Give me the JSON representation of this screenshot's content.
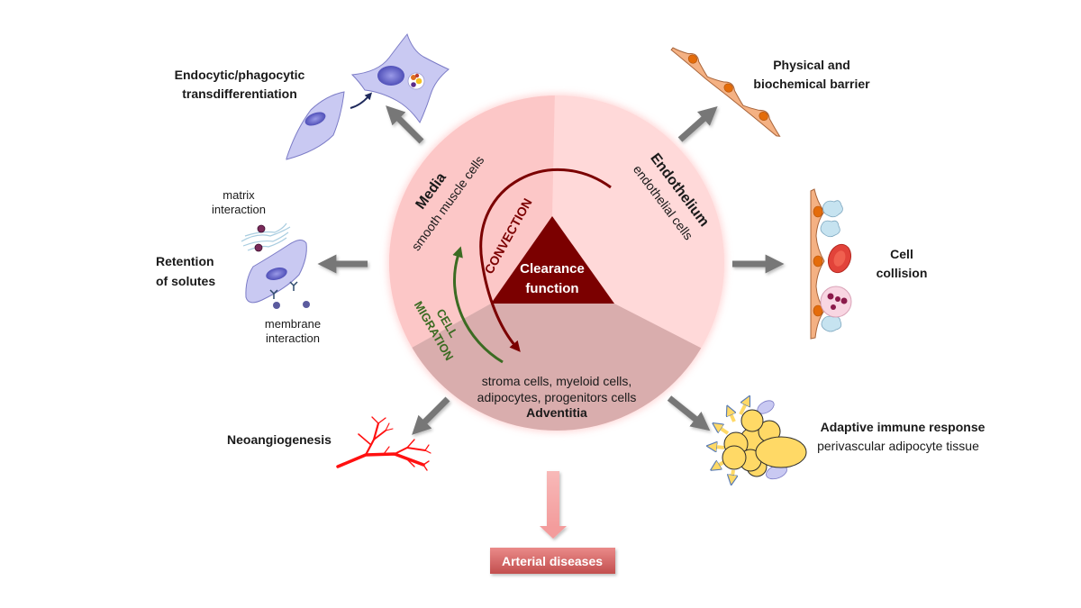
{
  "center": {
    "title_line1": "Clearance",
    "title_line2": "function"
  },
  "sectors": {
    "media": {
      "name": "Media",
      "cells": "smooth muscle cells"
    },
    "endothelium": {
      "name": "Endothelium",
      "cells": "endothelial cells"
    },
    "adventitia": {
      "name": "Adventitia",
      "cells_line1": "stroma cells, myeloid cells,",
      "cells_line2": "adipocytes, progenitors cells"
    }
  },
  "flows": {
    "convection": "CONVECTION",
    "cell_migration_line1": "CELL",
    "cell_migration_line2": "MIGRATION"
  },
  "outcomes": {
    "transdifferentiation": {
      "line1": "Endocytic/phagocytic",
      "line2": "transdifferentiation"
    },
    "barrier": {
      "line1": "Physical and",
      "line2": "biochemical barrier"
    },
    "collision": {
      "line1": "Cell",
      "line2": "collision"
    },
    "retention": {
      "line1": "Retention",
      "line2": "of solutes",
      "matrix_line1": "matrix",
      "matrix_line2": "interaction",
      "membrane_line1": "membrane",
      "membrane_line2": "interaction"
    },
    "neoangiogenesis": {
      "label": "Neoangiogenesis"
    },
    "immune": {
      "line1": "Adaptive immune response",
      "line2": "perivascular adipocyte tissue"
    },
    "disease": {
      "label": "Arterial diseases"
    }
  },
  "icons": [
    "phagocytic-cell-icon",
    "smooth-muscle-cell-icon",
    "endothelial-barrier-icon",
    "cell-collision-icon",
    "solute-retention-cell-icon",
    "blood-vessel-branch-icon",
    "adipocyte-cluster-icon"
  ],
  "colors": {
    "media": "#fcc7c7",
    "endothelium": "#ffd9d9",
    "adventitia": "#d9adad",
    "clearance_triangle": "#7b0000",
    "convection": "#7b0000",
    "cell_migration": "#3b6b22",
    "outward_arrows": "#777777",
    "disease_box": "#d0605f"
  }
}
